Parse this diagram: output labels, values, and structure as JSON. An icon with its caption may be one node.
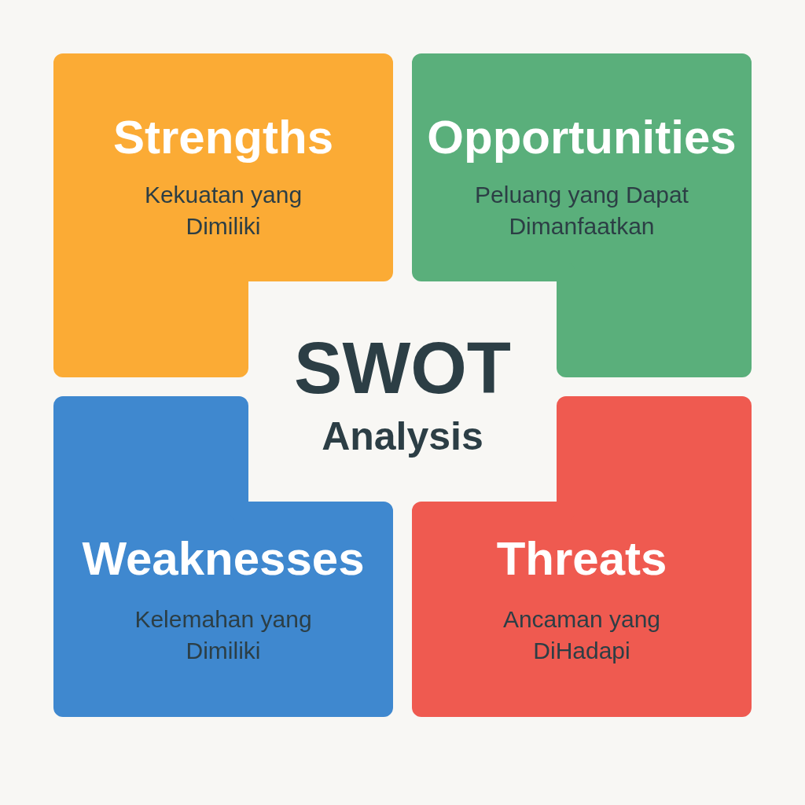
{
  "diagram": {
    "nodes": [
      {
        "text": [
          "Strengths",
          "Kekuatan yang Dimiliki"
        ]
      },
      {
        "text": [
          "Opportunities",
          "Peluang yang Dapat Dimanfaatkan"
        ]
      },
      {
        "text": [
          "SWOT",
          "Analysis"
        ]
      },
      {
        "text": [
          "Weaknesses",
          "Kelemahan yang Dimiliki"
        ]
      },
      {
        "text": [
          "Threats",
          "Ancaman yang DiHadapi"
        ]
      }
    ],
    "edges": []
  }
}
